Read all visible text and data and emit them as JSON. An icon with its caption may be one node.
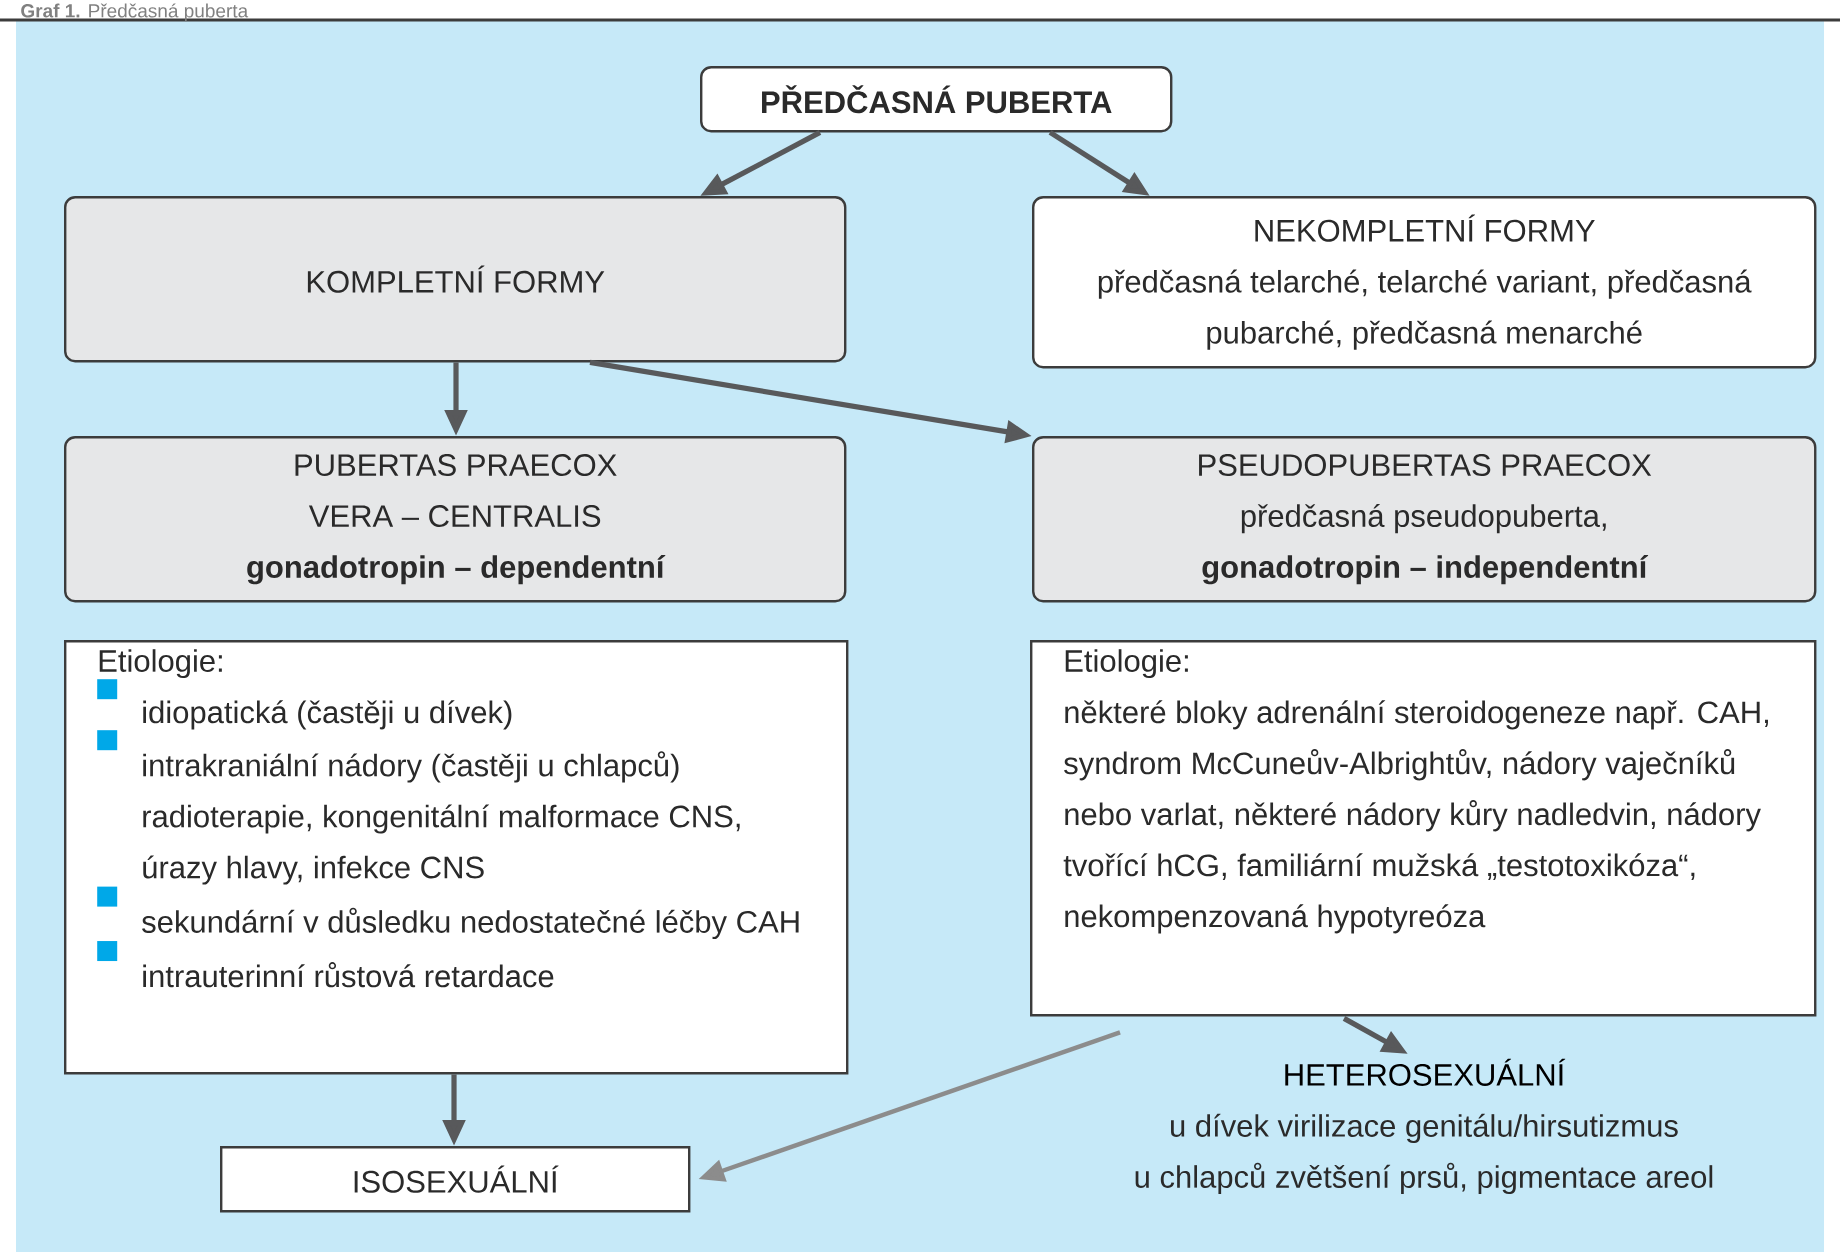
{
  "diagram": {
    "title": "**Graf 1.** Předčasná puberta",
    "nodes": [
      {
        "text": [
          "PŘEDČASNÁ PUBERTA"
        ]
      },
      {
        "text": [
          "KOMPLETNÍ FORMY"
        ]
      },
      {
        "text": [
          "NEKOMPLETNÍ FORMY",
          "předčasná telarché, telarché variant, předčasná pubarché, předčasná menarché"
        ]
      },
      {
        "text": [
          "PUBERTAS PRAECOX VERA – CENTRALIS",
          "gonadotropin – dependentní"
        ]
      },
      {
        "text": [
          "PSEUDOPUBERTAS PRAECOX",
          "předčasná pseudopuberta,",
          "gonadotropin – independentní"
        ]
      },
      {
        "text": [
          "Etiologie:",
          "idiopatická (častěji u dívek)",
          "intrakraniální nádory (častěji u chlapců) radioterapie, kongenitální malformace CNS, úrazy hlavy, infekce CNS",
          "sekundární v důsledku nedostatečné léčby CAH",
          "intrauterinní růstová retardace"
        ]
      },
      {
        "text": [
          "Etiologie:",
          "některé bloky adrenální steroidogeneze např. CAH, syndrom McCuneův-Albrightův, nádory vaječníků nebo varlat, některé nádory kůry nadledvin, nádory tvořící hCG, familiární mužská „testotoxikóza“, nekompenzovaná hypotyreóza"
        ]
      },
      {
        "text": [
          "ISOSEXUÁLNÍ"
        ]
      },
      {
        "text": [
          "HETEROSEXUÁLNÍ",
          "u dívek virilizace genitálu/hirsutizmus",
          "u chlapců zvětšení prsů, pigmentace areol"
        ]
      }
    ],
    "edges": [
      {
        "from": 0,
        "to": 1,
        "arrow": "to"
      },
      {
        "from": 0,
        "to": 2,
        "arrow": "to"
      },
      {
        "from": 1,
        "to": 3,
        "arrow": "to"
      },
      {
        "from": 1,
        "to": 4,
        "arrow": "to"
      },
      {
        "from": 5,
        "to": 7,
        "arrow": "to"
      },
      {
        "from": 6,
        "to": 8,
        "arrow": "to"
      },
      {
        "from": 6,
        "to": 7,
        "arrow": "to",
        "color": "#8c8c8c"
      }
    ]
  }
}
